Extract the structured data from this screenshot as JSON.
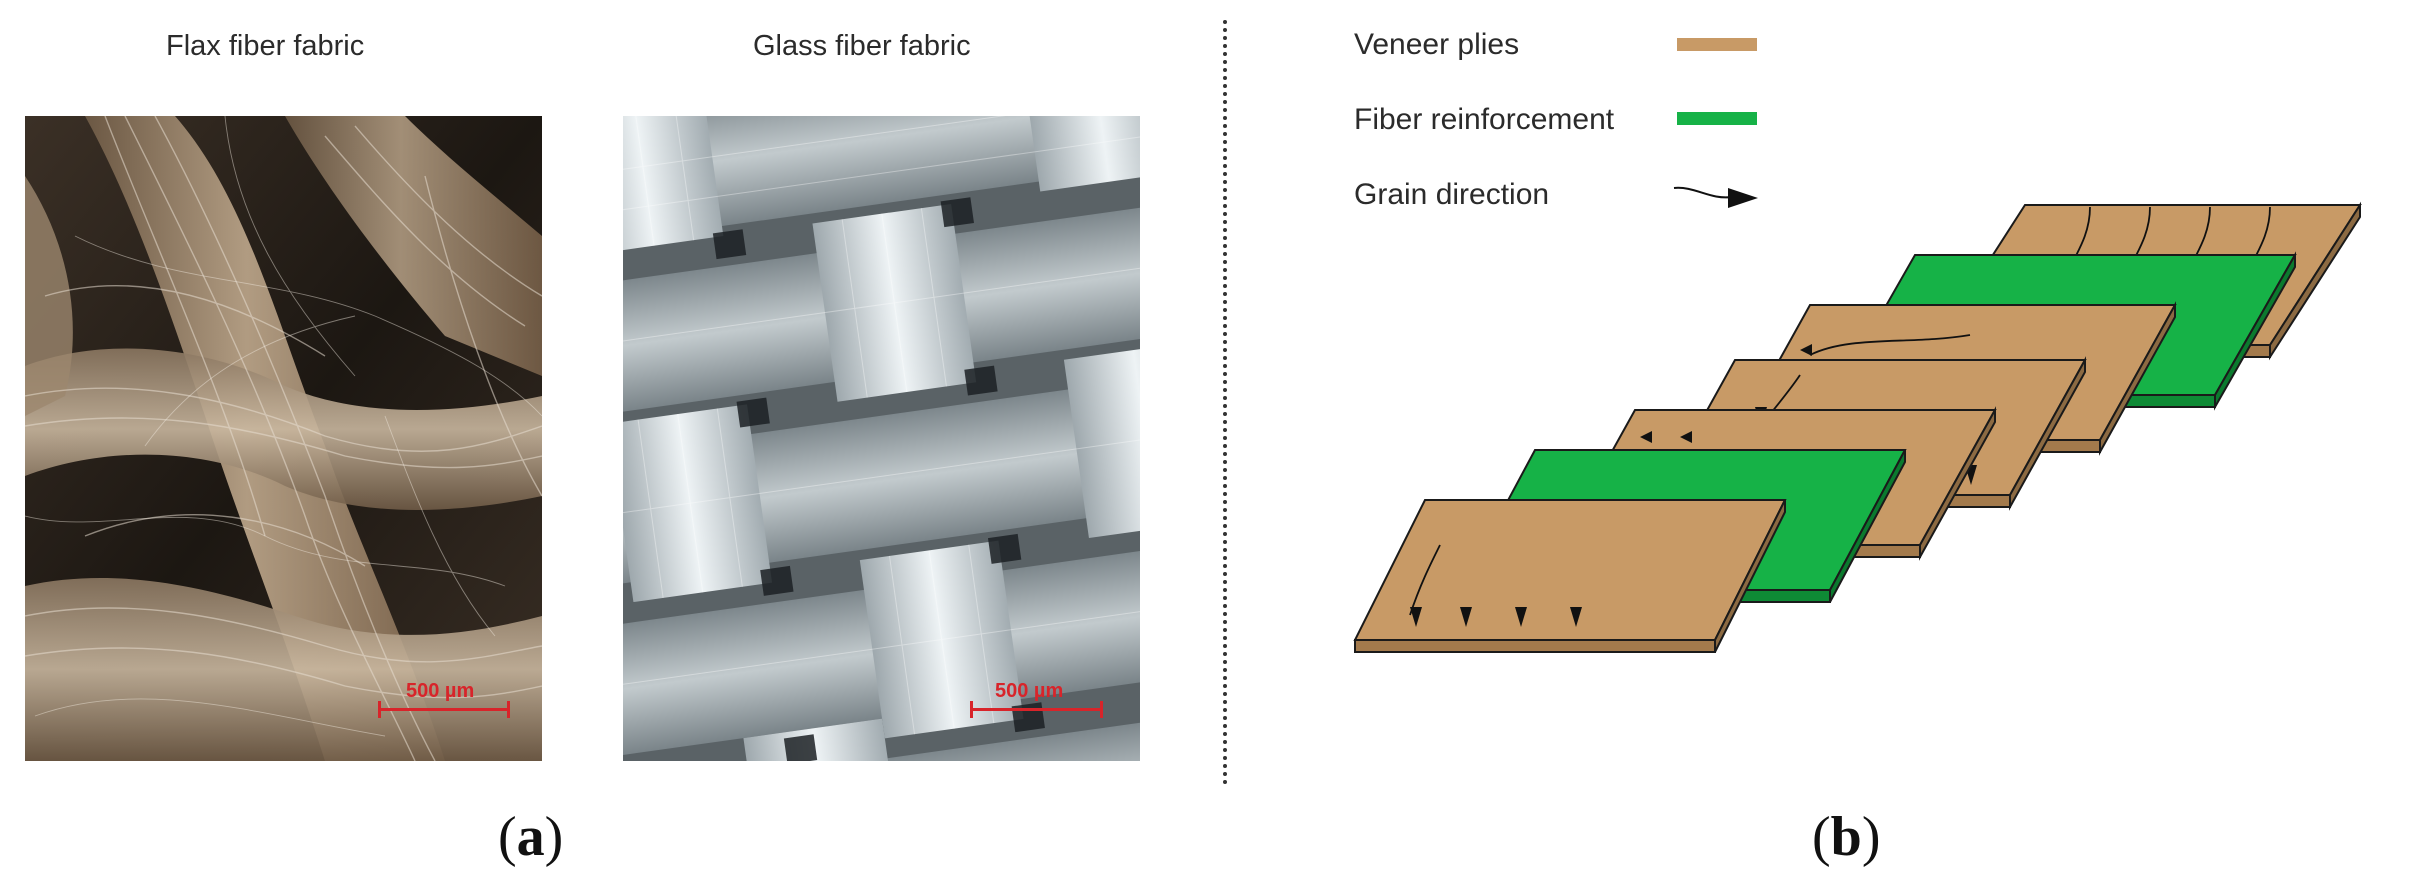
{
  "panel_a": {
    "flax_title": "Flax fiber fabric",
    "glass_title": "Glass fiber fabric",
    "flax_scale": "500 µm",
    "glass_scale": "500 µm",
    "label_open": "(",
    "label_letter": "a",
    "label_close": ")"
  },
  "panel_b": {
    "legend": [
      {
        "label": "Veneer plies",
        "swatch_color": "#c89a66"
      },
      {
        "label": "Fiber reinforcement",
        "swatch_color": "#16b247"
      },
      {
        "label": "Grain direction",
        "icon": "curved-arrow-icon"
      }
    ],
    "label_open": "(",
    "label_letter": "b",
    "label_close": ")"
  },
  "colors": {
    "veneer": "#c89a66",
    "veneer_edge": "#a37a4c",
    "fiber": "#16b247",
    "fiber_edge": "#0e8a35",
    "scale_bar": "#d8242a"
  }
}
